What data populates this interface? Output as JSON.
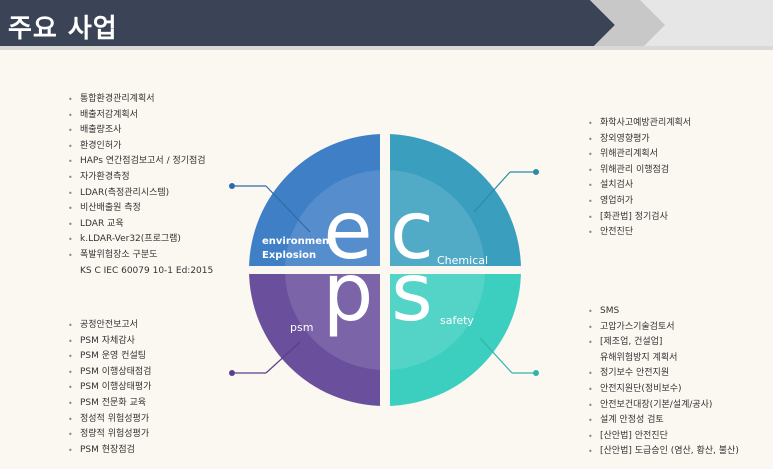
{
  "header": {
    "title": "주요 사업"
  },
  "quadrants": {
    "env": {
      "letter": "e",
      "label1": "environment",
      "label2": "Explosion",
      "color": "#3f7fc6"
    },
    "chem": {
      "letter": "c",
      "label": "Chemical",
      "color": "#3a9fbf"
    },
    "psm": {
      "letter": "p",
      "label": "psm",
      "color": "#6a4f9c"
    },
    "safety": {
      "letter": "s",
      "label": "safety",
      "color": "#3ccfc0"
    }
  },
  "lists": {
    "env": [
      "통합환경관리계획서",
      "배출저감계획서",
      "배출량조사",
      "환경인허가",
      "HAPs 연간점검보고서 / 정기점검",
      "자가환경측정",
      "LDAR(측정관리시스템)",
      "비산배출원 측정",
      "LDAR 교육",
      "k.LDAR-Ver32(프로그램)",
      "폭발위험장소 구분도"
    ],
    "env_cont": "KS C IEC 60079 10-1 Ed:2015",
    "chem": [
      "화학사고예방관리계획서",
      "장외영향평가",
      "위해관리계획서",
      "위해관리 이행점검",
      "설치검사",
      "영업허가",
      "[화관법] 정기검사",
      "안전진단"
    ],
    "psm": [
      "공정안전보고서",
      "PSM 자체감사",
      "PSM 운영 컨설팅",
      "PSM 이행상태점검",
      "PSM 이행상태평가",
      "PSM 전문화 교육",
      "정성적 위험성평가",
      "정량적 위험성평가",
      "PSM 현장점검"
    ],
    "safety": [
      "SMS",
      "고압가스기술검토서",
      "[제조업, 건설업]"
    ],
    "safety_cont": "유해위험방지 계획서",
    "safety2": [
      "정기보수 안전지원",
      "안전지원단(정비보수)",
      "안전보건대장(기본/설계/공사)",
      "설계 안정성 검토",
      "[산안법] 안전진단",
      "[산안법] 도급승인 (염산, 황산, 불산)"
    ]
  }
}
